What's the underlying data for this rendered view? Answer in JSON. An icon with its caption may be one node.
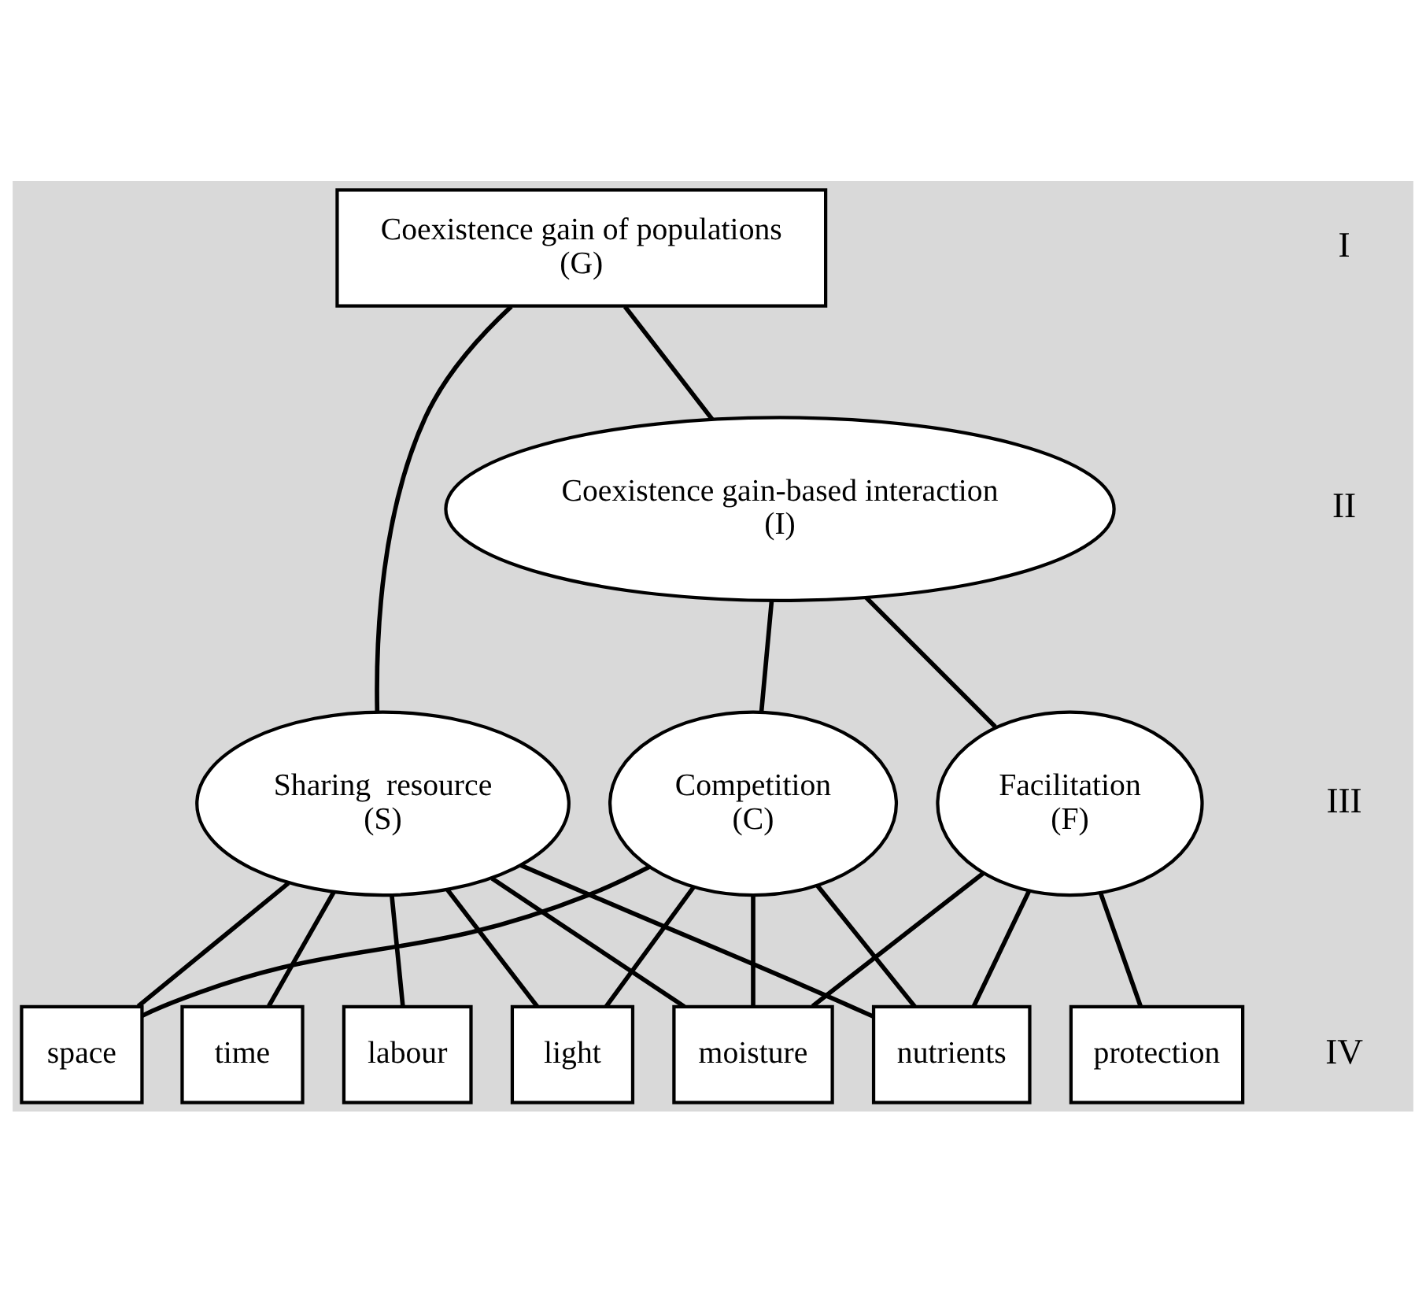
{
  "diagram": {
    "nodes": [
      {
        "text": [
          "Coexistence gain of populations",
          "(G)"
        ]
      },
      {
        "text": [
          "Coexistence gain-based interaction",
          "(I)"
        ]
      },
      {
        "text": [
          "Sharing  resource",
          "(S)"
        ]
      },
      {
        "text": [
          "Competition",
          "(C)"
        ]
      },
      {
        "text": [
          "Facilitation",
          "(F)"
        ]
      },
      {
        "text": [
          "space"
        ]
      },
      {
        "text": [
          "time"
        ]
      },
      {
        "text": [
          "labour"
        ]
      },
      {
        "text": [
          "light"
        ]
      },
      {
        "text": [
          "moisture"
        ]
      },
      {
        "text": [
          "nutrients"
        ]
      },
      {
        "text": [
          "protection"
        ]
      }
    ],
    "edges": [
      {
        "from": 0,
        "to": 2,
        "arrow": "none"
      },
      {
        "from": 0,
        "to": 1,
        "arrow": "none"
      },
      {
        "from": 1,
        "to": 3,
        "arrow": "none"
      },
      {
        "from": 1,
        "to": 4,
        "arrow": "none"
      },
      {
        "from": 2,
        "to": 5,
        "arrow": "none"
      },
      {
        "from": 2,
        "to": 6,
        "arrow": "none"
      },
      {
        "from": 2,
        "to": 7,
        "arrow": "none"
      },
      {
        "from": 2,
        "to": 8,
        "arrow": "none"
      },
      {
        "from": 2,
        "to": 9,
        "arrow": "none"
      },
      {
        "from": 2,
        "to": 10,
        "arrow": "none"
      },
      {
        "from": 3,
        "to": 5,
        "arrow": "none"
      },
      {
        "from": 3,
        "to": 8,
        "arrow": "none"
      },
      {
        "from": 3,
        "to": 9,
        "arrow": "none"
      },
      {
        "from": 3,
        "to": 10,
        "arrow": "none"
      },
      {
        "from": 4,
        "to": 9,
        "arrow": "none"
      },
      {
        "from": 4,
        "to": 10,
        "arrow": "none"
      },
      {
        "from": 4,
        "to": 11,
        "arrow": "none"
      }
    ],
    "labels": [
      "I",
      "II",
      "III",
      "IV"
    ]
  }
}
